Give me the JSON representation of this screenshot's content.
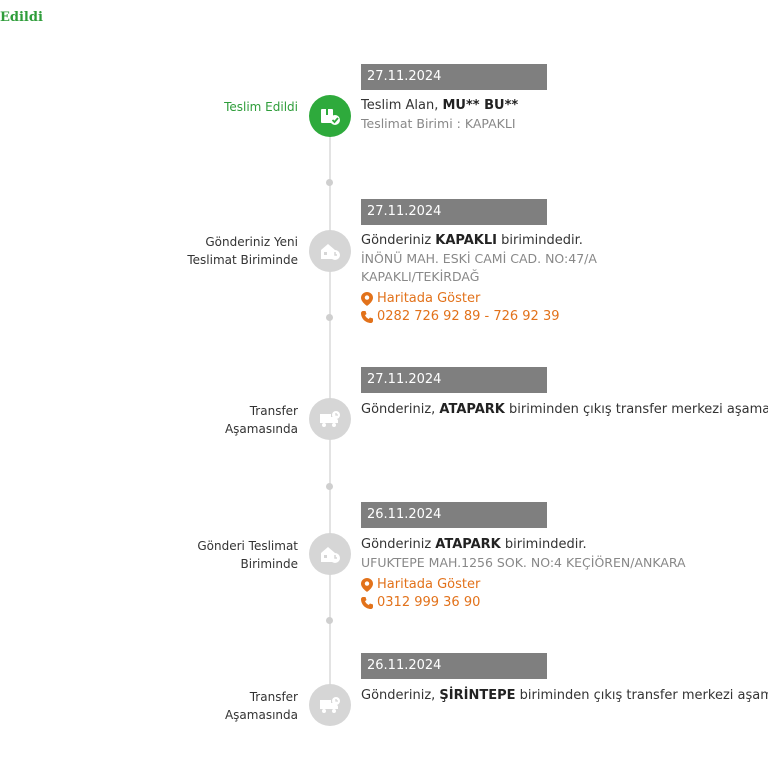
{
  "top_status": "Edildi",
  "events": [
    {
      "label": "Teslim Edildi",
      "date": "27.11.2024",
      "msg_pre": "Teslim Alan, ",
      "msg_bold": "MU** BU**",
      "msg_post": "",
      "sub1": "Teslimat Birimi : KAPAKLI"
    },
    {
      "label": "Gönderiniz Yeni\nTeslimat Biriminde",
      "date": "27.11.2024",
      "msg_pre": "Gönderiniz ",
      "msg_bold": "KAPAKLI",
      "msg_post": " birimindedir.",
      "sub1": "İNÖNÜ MAH. ESKİ CAMİ CAD. NO:47/A",
      "sub2": "KAPAKLI/TEKİRDAĞ",
      "map_link": "Haritada Göster",
      "phone": "0282 726 92 89 - 726 92 39"
    },
    {
      "label": "Transfer\nAşamasında",
      "date": "27.11.2024",
      "msg_pre": "Gönderiniz, ",
      "msg_bold": "ATAPARK",
      "msg_post": " biriminden çıkış transfer merkezi aşaması"
    },
    {
      "label": "Gönderi Teslimat\nBiriminde",
      "date": "26.11.2024",
      "msg_pre": "Gönderiniz ",
      "msg_bold": "ATAPARK",
      "msg_post": " birimindedir.",
      "sub1": "UFUKTEPE MAH.1256 SOK. NO:4 KEÇİÖREN/ANKARA",
      "map_link": "Haritada Göster",
      "phone": "0312 999 36 90"
    },
    {
      "label": "Transfer\nAşamasında",
      "date": "26.11.2024",
      "msg_pre": "Gönderiniz, ",
      "msg_bold": "ŞİRİNTEPE",
      "msg_post": " biriminden çıkış transfer merkezi aşamas"
    }
  ],
  "colors": {
    "accent_green": "#2eaa3c",
    "link_orange": "#e2721b",
    "badge_grey": "#7f7f7f"
  },
  "icons": [
    "delivered-box-icon",
    "branch-building-icon",
    "transfer-truck-icon",
    "branch-building-icon",
    "transfer-truck-icon"
  ]
}
